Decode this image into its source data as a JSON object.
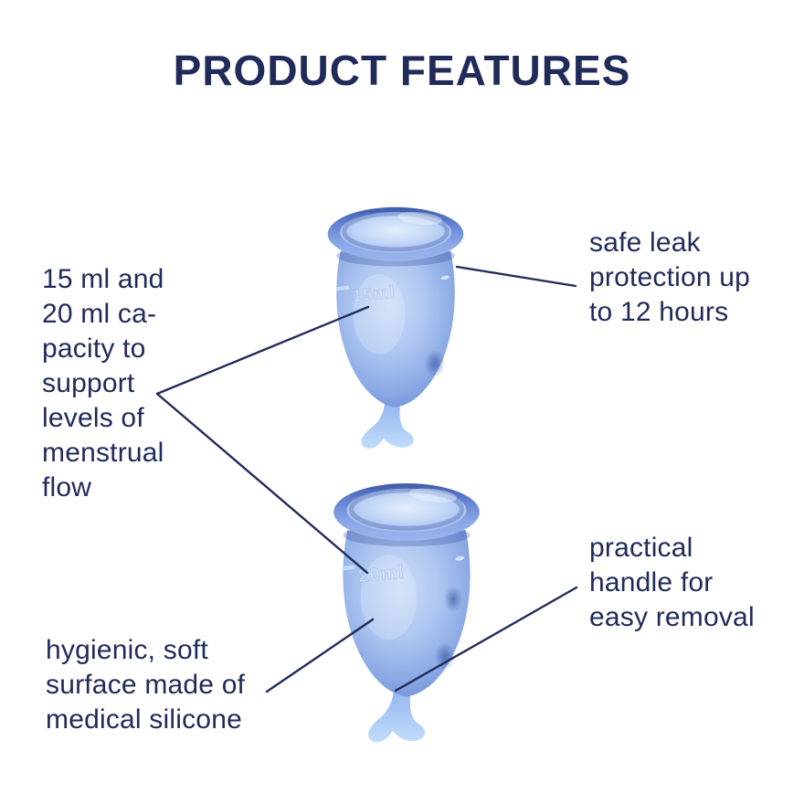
{
  "title": "PRODUCT FEATURES",
  "colors": {
    "text_navy": "#212b5a",
    "line_navy": "#212b5a",
    "background": "#ffffff",
    "cup_body": "#9dbaec",
    "cup_rim": "#4e6dc4",
    "cup_highlight": "#d9e7fb",
    "cup_tail": "#aac9f5"
  },
  "features": {
    "capacity": {
      "lines": [
        "15 ml and",
        "20 ml ca-",
        "pacity to",
        "support",
        "levels of",
        "menstrual",
        "flow"
      ]
    },
    "leak": {
      "lines": [
        "safe leak",
        "protection up",
        "to 12 hours"
      ]
    },
    "hygiene": {
      "lines": [
        "hygienic, soft",
        "surface made of",
        "medical silicone"
      ]
    },
    "handle": {
      "lines": [
        "practical",
        "handle for",
        "easy removal"
      ]
    }
  },
  "cups": {
    "top": {
      "marking": "15ml"
    },
    "bottom": {
      "marking": "20ml"
    }
  }
}
